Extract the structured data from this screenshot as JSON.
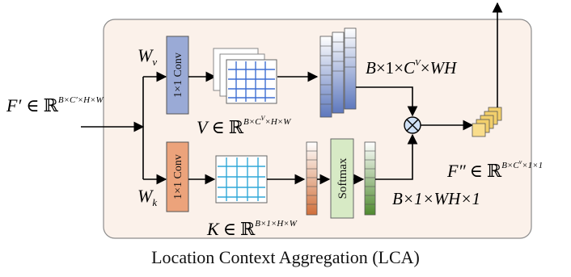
{
  "caption": "Location Context Aggregation (LCA)",
  "labels": {
    "input_symbol": "F′",
    "elem": "∈",
    "reals": "ℝ",
    "input_sup": "B×C′×H×W",
    "wv_main": "W",
    "wv_sub": "v",
    "wk_main": "W",
    "wk_sub": "k",
    "v_main": "V",
    "v_sup_a": "B×C",
    "v_sup_v": "V",
    "v_sup_b": "×H×W",
    "k_main": "K",
    "k_sup": "B×1×H×W",
    "top_shape_a": "B",
    "top_shape_b": "×1×",
    "top_shape_c": "C",
    "top_shape_v": "V",
    "top_shape_d": "×",
    "top_shape_e": "WH",
    "bottom_shape": "B×1×WH×1",
    "out_main": "F″",
    "out_sup_a": "B×C",
    "out_sup_v": "v",
    "out_sup_b": "×1×1",
    "conv_top": "1×1 Conv",
    "conv_bottom": "1×1 Conv",
    "softmax": "Softmax",
    "multiply_symbol": "⊗"
  },
  "colors": {
    "panel_fill": "#fbf1ea",
    "panel_stroke": "#8c8c8c",
    "conv_top_fill": "#9aaad6",
    "conv_bottom_fill": "#eca37b",
    "softmax_fill": "#d7eac5",
    "grid_blue": "#3f6fd3",
    "grid_cyan": "#2fa8d8",
    "stack_blue": "#5e78bd",
    "stack_orange": "#d06f3a",
    "stack_green": "#4f8a2f",
    "output_cube": "#f2cf6b"
  }
}
